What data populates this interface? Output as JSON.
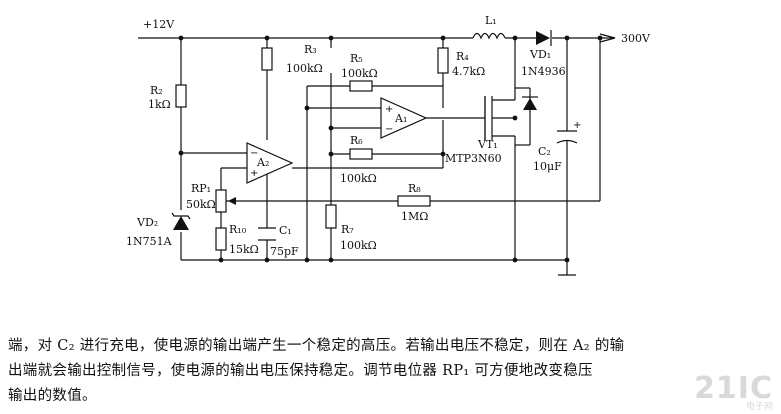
{
  "labels": {
    "supply": "+12V",
    "output": "300V",
    "l1": "L₁",
    "vd1": "VD₁",
    "vd1_part": "1N4936",
    "r2": "R₂",
    "r2_val": "1kΩ",
    "r3": "R₃",
    "r3_val": "100kΩ",
    "r5": "R₅",
    "r5_val": "100kΩ",
    "r4": "R₄",
    "r4_val": "4.7kΩ",
    "a1": "A₁",
    "a2": "A₂",
    "r6": "R₆",
    "r6_val": "100kΩ",
    "vt1": "VT₁",
    "vt1_part": "MTP3N60",
    "c2": "C₂",
    "c2_val": "10μF",
    "rp1": "RP₁",
    "rp1_val": "50kΩ",
    "r8": "R₈",
    "r8_val": "1MΩ",
    "vd2": "VD₂",
    "vd2_part": "1N751A",
    "r10": "R₁₀",
    "r10_val": "15kΩ",
    "c1": "C₁",
    "c1_val": "75pF",
    "r7": "R₇",
    "r7_val": "100kΩ",
    "plus": "+",
    "minus": "−"
  },
  "description": [
    "端，对 C₂ 进行充电，使电源的输出端产生一个稳定的高压。若输出电压不稳定，则在 A₂ 的输",
    "出端就会输出控制信号，使电源的输出电压保持稳定。调节电位器 RP₁ 可方便地改变稳压",
    "输出的数值。"
  ],
  "watermark": {
    "logo": "21IC",
    "sub": "电子网"
  }
}
